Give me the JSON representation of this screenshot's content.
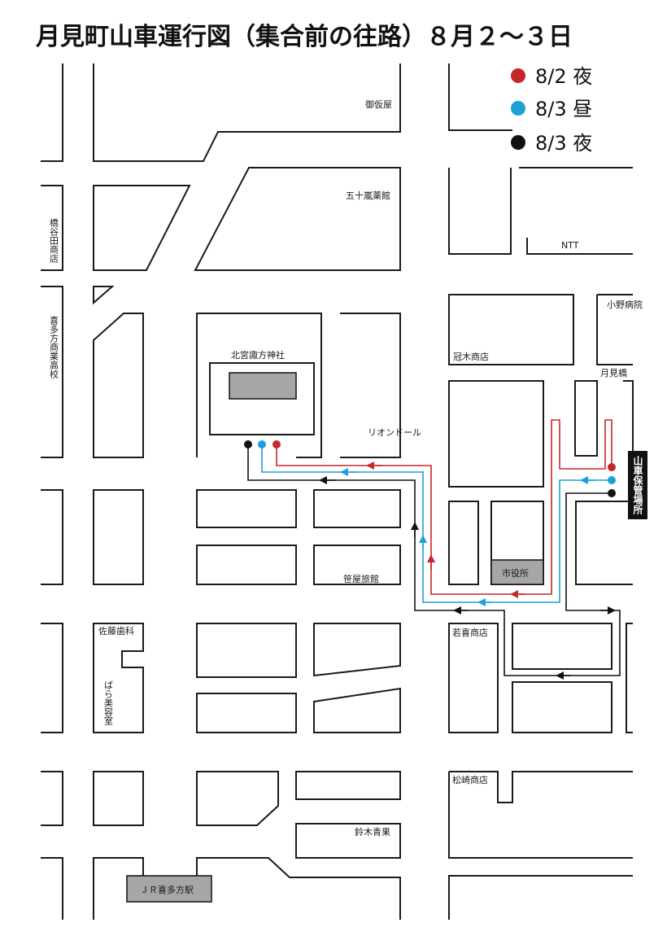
{
  "title": "月見町山車運行図（集合前の往路）８月２～３日",
  "legend": [
    {
      "label": "8/2 夜",
      "color": "#c62828"
    },
    {
      "label": "8/3 昼",
      "color": "#1ea0d6"
    },
    {
      "label": "8/3 夜",
      "color": "#111111"
    }
  ],
  "labels": {
    "gokaya": "御仮屋",
    "igarashi": "五十嵐薬館",
    "ntt": "NTT",
    "hashiyada": "橋谷田商店",
    "kitakata_school": "喜多方商業高校",
    "ono": "小野病院",
    "kanmuri": "冠木商店",
    "tsukimibashi": "月見橋",
    "shrine": "北宮諏方神社",
    "rion": "リオンドール",
    "garage": "山車保管場所",
    "cityhall": "市役所",
    "sasaya": "笹屋旅館",
    "wakaki": "若喜商店",
    "sato": "佐藤歯科",
    "bara": "ばら美容室",
    "matsuzaki": "松崎商店",
    "suzuki": "鈴木青果",
    "station": "ＪＲ喜多方駅"
  }
}
